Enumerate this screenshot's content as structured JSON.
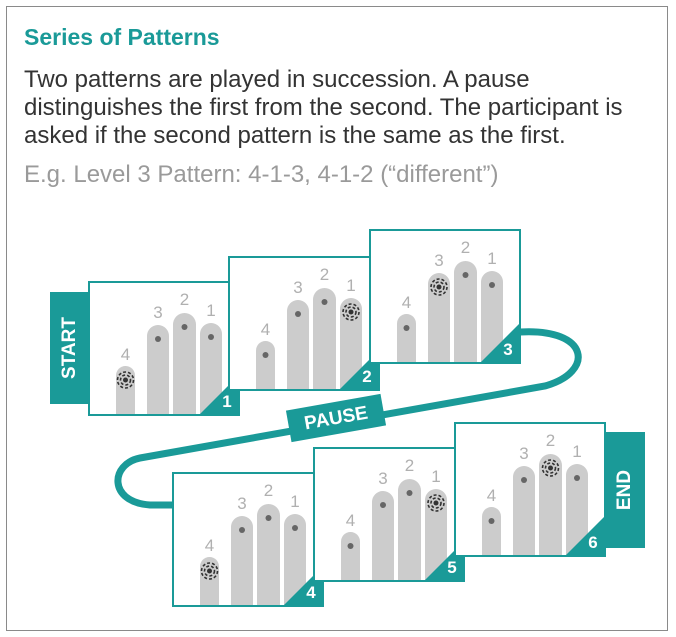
{
  "title": "Series of Patterns",
  "description": "Two patterns are played in succession. A pause distinguishes the first from the second. The participant is asked if the second pattern is the same as the first.",
  "example": "E.g. Level 3 Pattern: 4-1-3, 4-1-2 (“different”)",
  "labels": {
    "start": "START",
    "pause": "PAUSE",
    "end": "END"
  },
  "finger_numbers": [
    "4",
    "3",
    "2",
    "1"
  ],
  "panels": [
    {
      "number": "1",
      "active_finger": "4"
    },
    {
      "number": "2",
      "active_finger": "1"
    },
    {
      "number": "3",
      "active_finger": "3"
    },
    {
      "number": "4",
      "active_finger": "4"
    },
    {
      "number": "5",
      "active_finger": "1"
    },
    {
      "number": "6",
      "active_finger": "2"
    }
  ],
  "colors": {
    "accent": "#1a9a98",
    "finger": "#cccccc",
    "text": "#333333",
    "muted": "#9a9a9a"
  },
  "icons": {
    "vibration": "vibration-icon"
  }
}
